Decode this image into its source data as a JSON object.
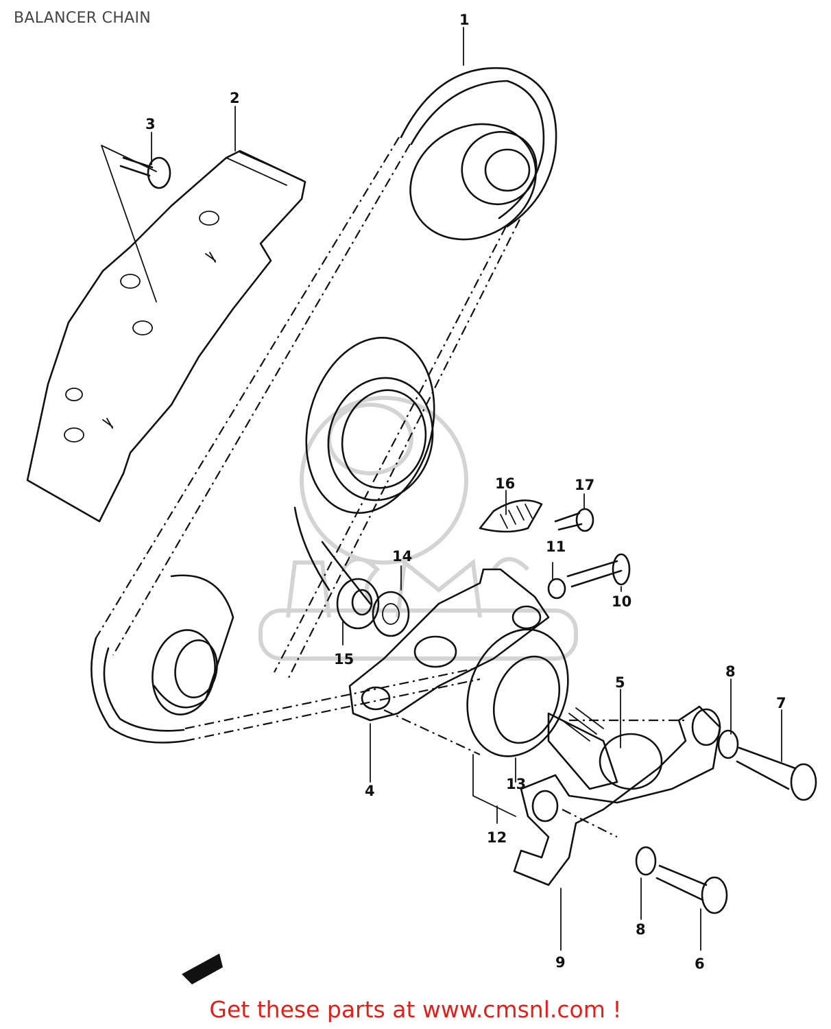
{
  "title": "BALANCER CHAIN",
  "footer": "Get these parts at www.cmsnl.com !",
  "colors": {
    "footer": "#e0201b",
    "title": "#444444",
    "lines": "#111111"
  },
  "callouts": [
    "1",
    "2",
    "3",
    "4",
    "5",
    "6",
    "7",
    "8",
    "8",
    "9",
    "10",
    "11",
    "12",
    "13",
    "14",
    "15",
    "16",
    "17"
  ]
}
